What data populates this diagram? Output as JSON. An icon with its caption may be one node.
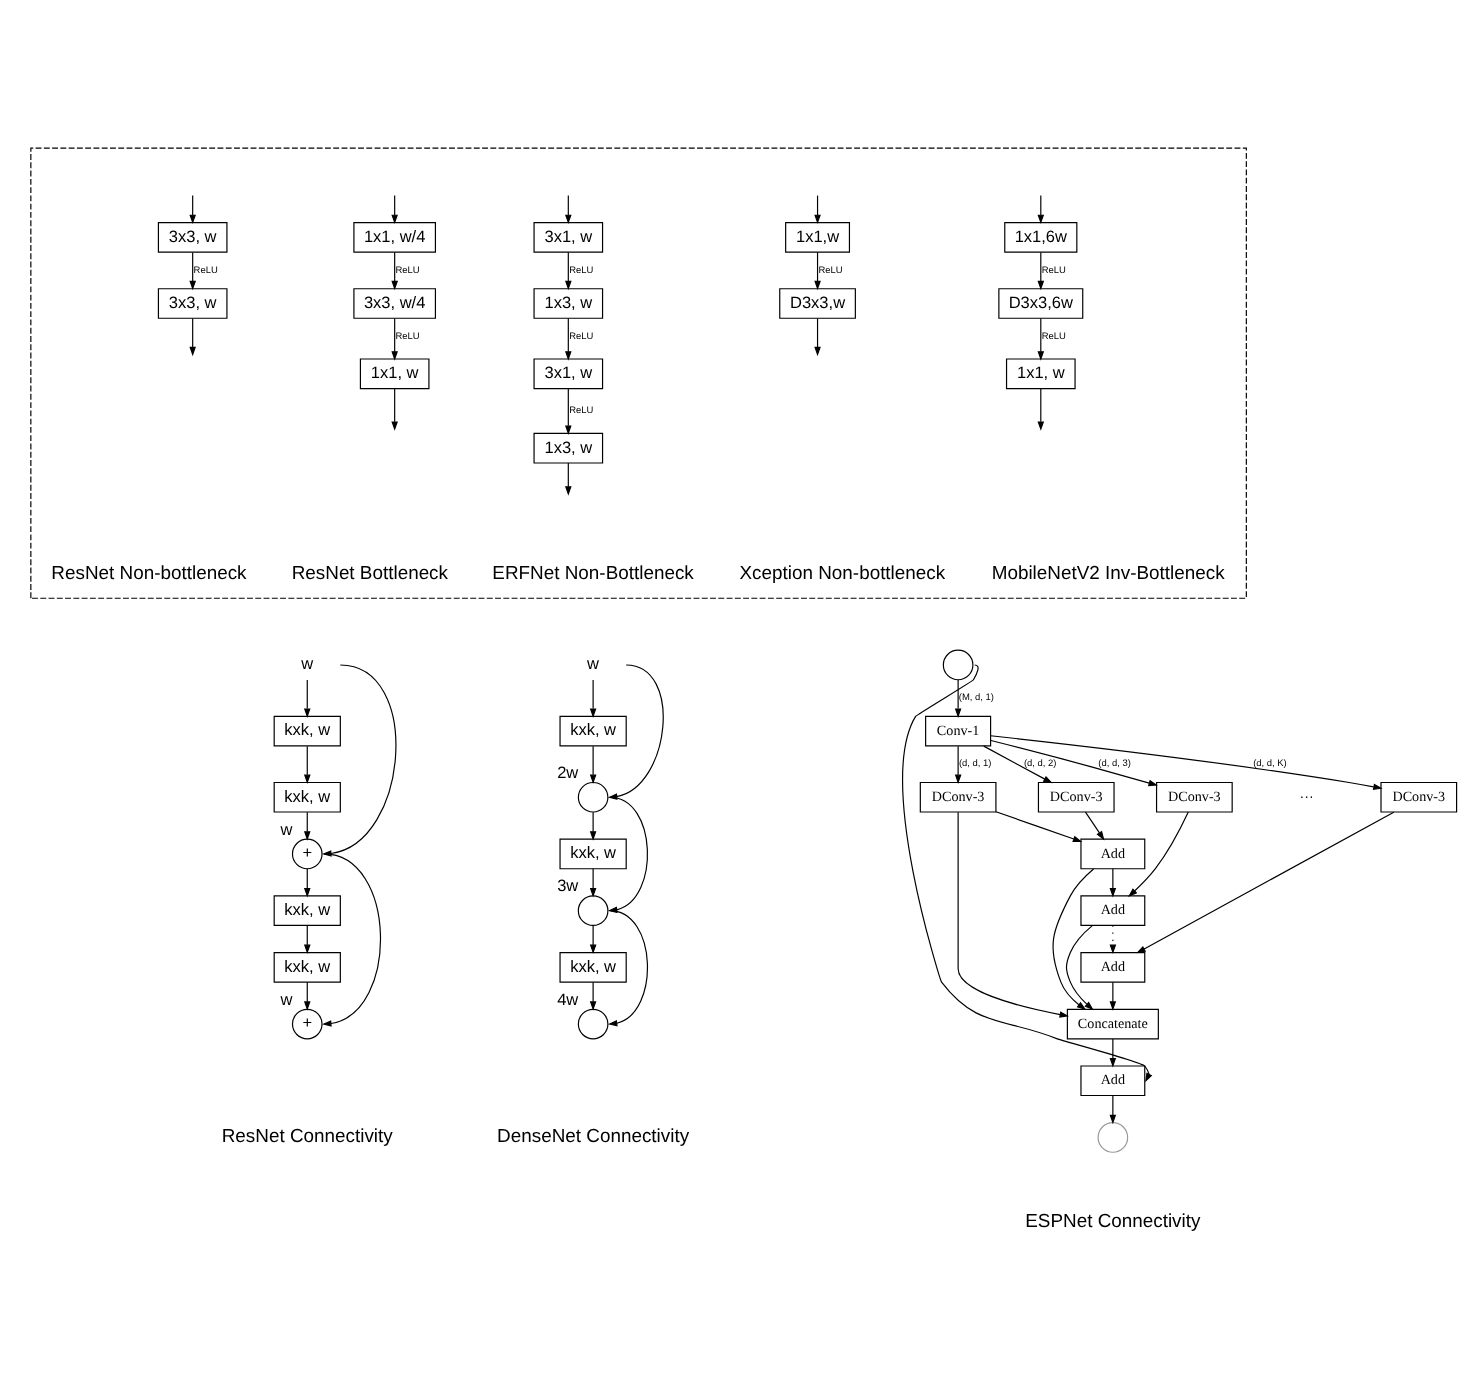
{
  "diagram": {
    "nodes": [
      {
        "text": [],
        "shape": "box"
      },
      {
        "text": [
          "3x3, w"
        ],
        "in": 0
      },
      {
        "text": [
          "3x3, w"
        ],
        "in": 0
      },
      {
        "text": [
          "1x1, w/4"
        ],
        "in": 0
      },
      {
        "text": [
          "3x3, w/4"
        ],
        "in": 0
      },
      {
        "text": [
          "1x1, w"
        ],
        "in": 0
      },
      {
        "text": [
          "3x1, w"
        ],
        "in": 0
      },
      {
        "text": [
          "1x3, w"
        ],
        "in": 0
      },
      {
        "text": [
          "3x1, w"
        ],
        "in": 0
      },
      {
        "text": [
          "1x3, w"
        ],
        "in": 0
      },
      {
        "text": [
          "1x1,w"
        ],
        "in": 0
      },
      {
        "text": [
          "D3x3,w"
        ],
        "in": 0
      },
      {
        "text": [
          "1x1,6w"
        ],
        "in": 0
      },
      {
        "text": [
          "D3x3,6w"
        ],
        "in": 0
      },
      {
        "text": [
          "1x1, w"
        ],
        "in": 0
      },
      {
        "text": [
          "w"
        ]
      },
      {
        "text": [
          "kxk, w"
        ]
      },
      {
        "text": [
          "kxk, w"
        ]
      },
      {
        "text": [
          "+"
        ],
        "beside": [
          "w"
        ]
      },
      {
        "text": [
          "kxk, w"
        ]
      },
      {
        "text": [
          "kxk, w"
        ]
      },
      {
        "text": [
          "+"
        ],
        "beside": [
          "w"
        ]
      },
      {
        "text": [
          "w"
        ]
      },
      {
        "text": [
          "kxk, w"
        ]
      },
      {
        "text": [],
        "shape": "circle",
        "beside": [
          "2w"
        ]
      },
      {
        "text": [
          "kxk, w"
        ]
      },
      {
        "text": [],
        "shape": "circle",
        "beside": [
          "3w"
        ]
      },
      {
        "text": [
          "kxk, w"
        ]
      },
      {
        "text": [],
        "shape": "circle",
        "beside": [
          "4w"
        ]
      },
      {
        "text": [],
        "shape": "circle"
      },
      {
        "text": [
          "Conv-1"
        ]
      },
      {
        "text": [
          "DConv-3"
        ]
      },
      {
        "text": [
          "DConv-3"
        ]
      },
      {
        "text": [
          "DConv-3"
        ]
      },
      {
        "text": [
          "DConv-3"
        ]
      },
      {
        "text": [
          "Add"
        ]
      },
      {
        "text": [
          "Add"
        ]
      },
      {
        "text": [
          "Add"
        ]
      },
      {
        "text": [
          "Concatenate"
        ]
      },
      {
        "text": [
          "Add"
        ]
      },
      {
        "text": [],
        "shape": "circle"
      }
    ],
    "edges": [
      {
        "from": null,
        "to": 1,
        "arrow": "to"
      },
      {
        "from": 1,
        "to": 2,
        "arrow": "to",
        "label": "ReLU"
      },
      {
        "from": 2,
        "to": null,
        "arrow": "to"
      },
      {
        "from": null,
        "to": 3,
        "arrow": "to"
      },
      {
        "from": 3,
        "to": 4,
        "arrow": "to",
        "label": "ReLU"
      },
      {
        "from": 4,
        "to": 5,
        "arrow": "to",
        "label": "ReLU"
      },
      {
        "from": 5,
        "to": null,
        "arrow": "to"
      },
      {
        "from": null,
        "to": 6,
        "arrow": "to"
      },
      {
        "from": 6,
        "to": 7,
        "arrow": "to",
        "label": "ReLU"
      },
      {
        "from": 7,
        "to": 8,
        "arrow": "to",
        "label": "ReLU"
      },
      {
        "from": 8,
        "to": 9,
        "arrow": "to",
        "label": "ReLU"
      },
      {
        "from": 9,
        "to": null,
        "arrow": "to"
      },
      {
        "from": null,
        "to": 10,
        "arrow": "to"
      },
      {
        "from": 10,
        "to": 11,
        "arrow": "to",
        "label": "ReLU"
      },
      {
        "from": 11,
        "to": null,
        "arrow": "to"
      },
      {
        "from": null,
        "to": 12,
        "arrow": "to"
      },
      {
        "from": 12,
        "to": 13,
        "arrow": "to",
        "label": "ReLU"
      },
      {
        "from": 13,
        "to": 14,
        "arrow": "to",
        "label": "ReLU"
      },
      {
        "from": 14,
        "to": null,
        "arrow": "to"
      },
      {
        "from": 15,
        "to": 16,
        "arrow": "to"
      },
      {
        "from": 15,
        "to": 18,
        "arrow": "to"
      },
      {
        "from": 16,
        "to": 17,
        "arrow": "to"
      },
      {
        "from": 17,
        "to": 18,
        "arrow": "to"
      },
      {
        "from": 18,
        "to": 19,
        "arrow": "to"
      },
      {
        "from": 18,
        "to": 21,
        "arrow": "to"
      },
      {
        "from": 19,
        "to": 20,
        "arrow": "to"
      },
      {
        "from": 20,
        "to": 21,
        "arrow": "to"
      },
      {
        "from": 22,
        "to": 23,
        "arrow": "to"
      },
      {
        "from": 22,
        "to": 24,
        "arrow": "to"
      },
      {
        "from": 23,
        "to": 24,
        "arrow": "to"
      },
      {
        "from": 24,
        "to": 25,
        "arrow": "to"
      },
      {
        "from": 24,
        "to": 26,
        "arrow": "to"
      },
      {
        "from": 25,
        "to": 26,
        "arrow": "to"
      },
      {
        "from": 26,
        "to": 27,
        "arrow": "to"
      },
      {
        "from": 26,
        "to": 28,
        "arrow": "to"
      },
      {
        "from": 27,
        "to": 28,
        "arrow": "to"
      },
      {
        "from": 29,
        "to": 30,
        "arrow": "to",
        "label": "(M, d, 1)"
      },
      {
        "from": 29,
        "to": 39,
        "arrow": "to"
      },
      {
        "from": 30,
        "to": 31,
        "arrow": "to",
        "label": "(d, d, 1)"
      },
      {
        "from": 30,
        "to": 32,
        "arrow": "to",
        "label": "(d, d, 2)"
      },
      {
        "from": 30,
        "to": 33,
        "arrow": "to",
        "label": "(d, d, 3)"
      },
      {
        "from": 30,
        "to": 34,
        "arrow": "to",
        "label": "(d, d, K)"
      },
      {
        "from": 31,
        "to": 35,
        "arrow": "to"
      },
      {
        "from": 32,
        "to": 35,
        "arrow": "to"
      },
      {
        "from": 31,
        "to": 38,
        "arrow": "to"
      },
      {
        "from": 35,
        "to": 36,
        "arrow": "to"
      },
      {
        "from": 33,
        "to": 36,
        "arrow": "to"
      },
      {
        "from": 35,
        "to": 38,
        "arrow": "to"
      },
      {
        "from": 36,
        "to": 38,
        "arrow": "to"
      },
      {
        "from": 36,
        "to": 37,
        "arrow": "to",
        "style": "dashed"
      },
      {
        "from": 34,
        "to": 37,
        "arrow": "to"
      },
      {
        "from": 37,
        "to": 38,
        "arrow": "to"
      },
      {
        "from": 38,
        "to": 39,
        "arrow": "to"
      },
      {
        "from": 39,
        "to": 40,
        "arrow": "to"
      }
    ],
    "labels": [
      "ResNet Non-bottleneck",
      "ResNet Bottleneck",
      "ERFNet Non-Bottleneck",
      "Xception Non-bottleneck",
      "MobileNetV2 Inv-Bottleneck",
      "ResNet Connectivity",
      "DenseNet Connectivity",
      "···",
      "ESPNet Connectivity"
    ]
  }
}
